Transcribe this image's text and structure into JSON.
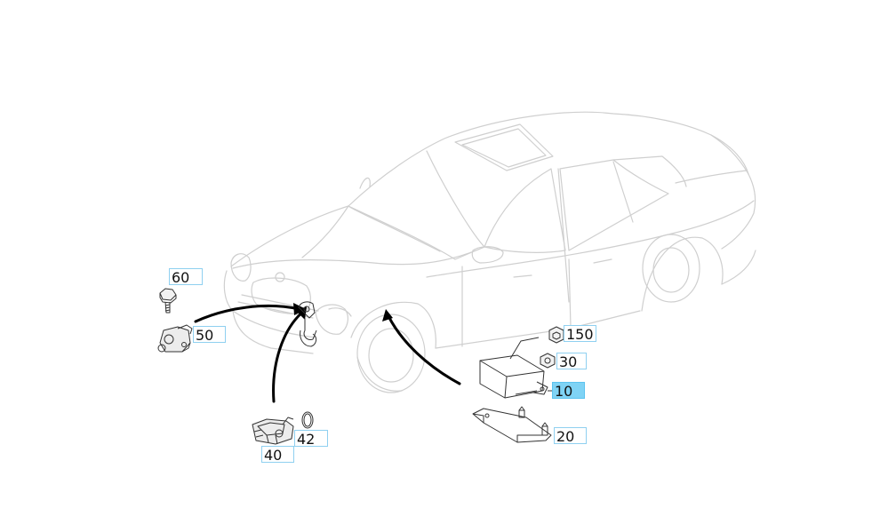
{
  "diagram": {
    "callouts": [
      {
        "id": "60",
        "label": "60",
        "active": false
      },
      {
        "id": "50",
        "label": "50",
        "active": false
      },
      {
        "id": "150",
        "label": "150",
        "active": false
      },
      {
        "id": "30",
        "label": "30",
        "active": false
      },
      {
        "id": "10",
        "label": "10",
        "active": true
      },
      {
        "id": "20",
        "label": "20",
        "active": false
      },
      {
        "id": "42",
        "label": "42",
        "active": false
      },
      {
        "id": "40",
        "label": "40",
        "active": false
      }
    ],
    "colors": {
      "car_outline": "#cfcfcf",
      "part_outline": "#333333",
      "arrow": "#000000",
      "callout_border": "#8fd0f0",
      "callout_active_bg": "#7fd3f5"
    }
  }
}
